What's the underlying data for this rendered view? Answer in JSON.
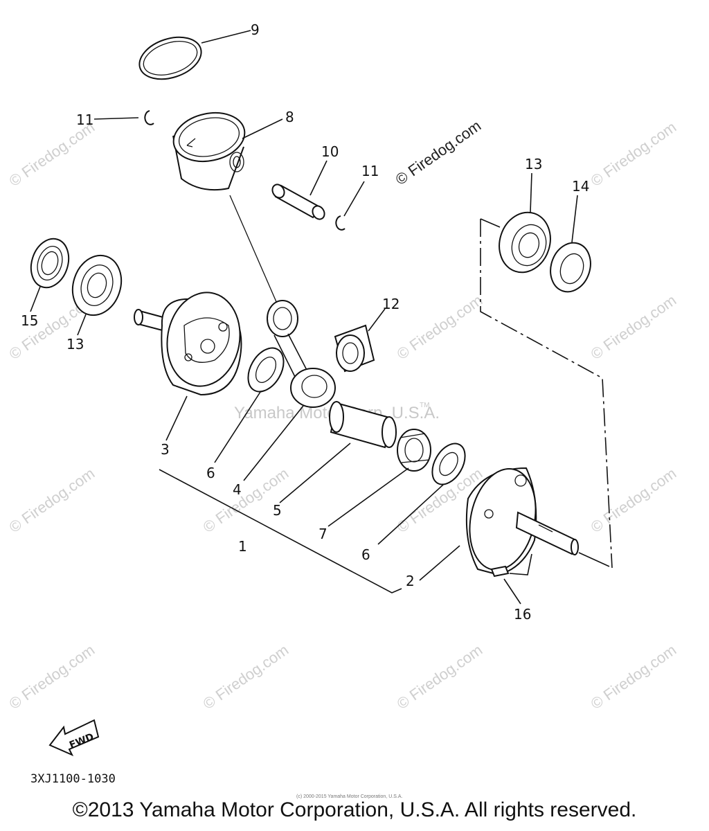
{
  "watermarks": {
    "site": "© Firedog.com",
    "center": "Yamaha Motor Corp, U.S.A.",
    "tm": "TM"
  },
  "callouts": {
    "p1": "1",
    "p2": "2",
    "p3": "3",
    "p4": "4",
    "p5": "5",
    "p6a": "6",
    "p6b": "6",
    "p7": "7",
    "p8": "8",
    "p9": "9",
    "p10": "10",
    "p11a": "11",
    "p11b": "11",
    "p12": "12",
    "p13a": "13",
    "p13b": "13",
    "p14": "14",
    "p15": "15",
    "p16": "16"
  },
  "fwd_label": "FWD",
  "drawing_code": "3XJ1100-1030",
  "fine_print": "(c) 2000-2015 Yamaha Motor Corporation, U.S.A.",
  "copyright": "©2013 Yamaha Motor Corporation, U.S.A. All rights reserved."
}
